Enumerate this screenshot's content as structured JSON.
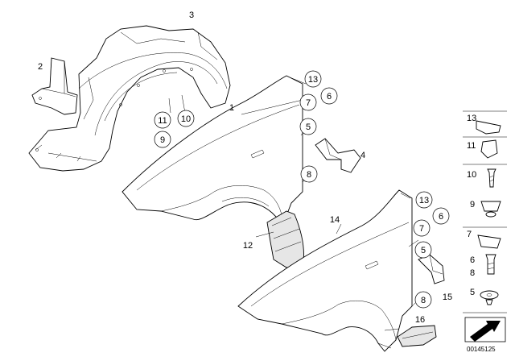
{
  "callouts_plain": [
    {
      "id": "c3",
      "text": "3"
    },
    {
      "id": "c2",
      "text": "2"
    },
    {
      "id": "c1",
      "text": "1"
    },
    {
      "id": "c4",
      "text": "4"
    },
    {
      "id": "c14",
      "text": "14"
    },
    {
      "id": "c12",
      "text": "12"
    },
    {
      "id": "c15",
      "text": "15"
    },
    {
      "id": "c16",
      "text": "16"
    }
  ],
  "callouts_circled": [
    {
      "id": "k13a",
      "text": "13"
    },
    {
      "id": "k7a",
      "text": "7"
    },
    {
      "id": "k6a",
      "text": "6"
    },
    {
      "id": "k5a",
      "text": "5"
    },
    {
      "id": "k8a",
      "text": "8"
    },
    {
      "id": "k11",
      "text": "11"
    },
    {
      "id": "k10",
      "text": "10"
    },
    {
      "id": "k9",
      "text": "9"
    },
    {
      "id": "k13b",
      "text": "13"
    },
    {
      "id": "k7b",
      "text": "7"
    },
    {
      "id": "k6b",
      "text": "6"
    },
    {
      "id": "k5b",
      "text": "5"
    },
    {
      "id": "k8b",
      "text": "8"
    }
  ],
  "legend": [
    {
      "id": "l13",
      "text": "13"
    },
    {
      "id": "l11",
      "text": "11"
    },
    {
      "id": "l10",
      "text": "10"
    },
    {
      "id": "l9",
      "text": "9"
    },
    {
      "id": "l7",
      "text": "7"
    },
    {
      "id": "l6",
      "text": "6"
    },
    {
      "id": "l8",
      "text": "8"
    },
    {
      "id": "l5",
      "text": "5"
    }
  ],
  "diagram_code": "00145125"
}
